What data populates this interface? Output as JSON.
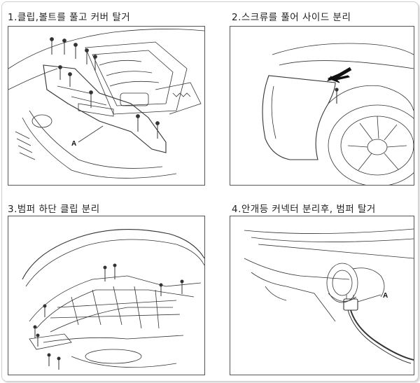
{
  "steps": [
    {
      "title": "1.클립,볼트를 풀고 커버 탈거",
      "callout": "A"
    },
    {
      "title": "2.스크류를 풀어 사이드 분리"
    },
    {
      "title": "3.범퍼 하단 클립 분리"
    },
    {
      "title": "4.안개등 커넥터 분리후, 범퍼 탈거",
      "callout": "A"
    }
  ],
  "colors": {
    "line": "#333333",
    "frame": "#555555",
    "sheet_border": "#cfcfcf"
  }
}
